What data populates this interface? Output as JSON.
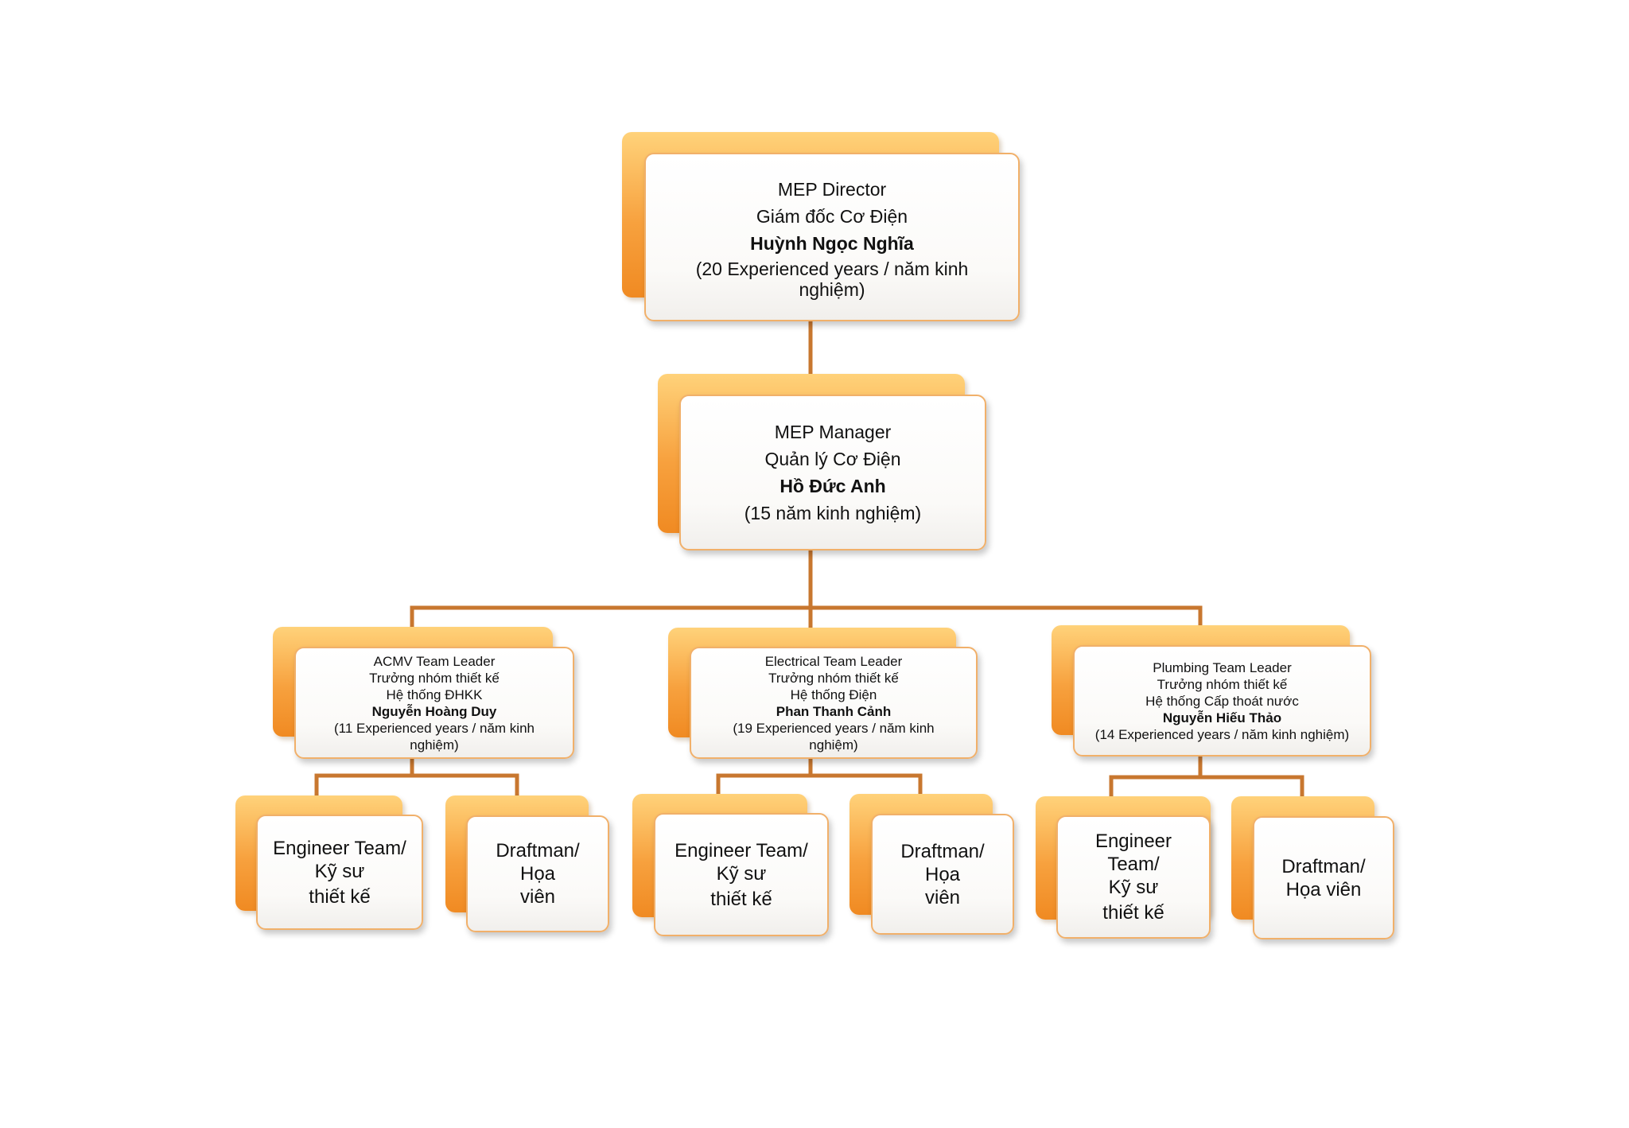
{
  "colors": {
    "connector": "#c8772f",
    "back_gradient_top": "#ffd27a",
    "back_gradient_bottom": "#f08a22",
    "card_border": "#f1b06a",
    "card_fill": "#ffffff"
  },
  "director": {
    "title": "MEP Director",
    "title_vi": "Giám đốc Cơ Điện",
    "name": "Huỳnh Ngọc Nghĩa",
    "experience_line1": "(20 Experienced years / năm kinh",
    "experience_line2": "nghiệm)"
  },
  "manager": {
    "title": "MEP Manager",
    "title_vi": "Quản lý Cơ Điện",
    "name": "Hồ Đức Anh",
    "experience": "(15 năm kinh nghiệm)"
  },
  "leaders": {
    "acmv": {
      "title": "ACMV Team Leader",
      "role_vi": "Trưởng nhóm thiết kế",
      "system_vi": "Hệ thống ĐHKK",
      "name": "Nguyễn Hoàng Duy",
      "experience_line1": "(11 Experienced years / năm kinh",
      "experience_line2": "nghiệm)"
    },
    "electrical": {
      "title": "Electrical Team Leader",
      "role_vi": "Trưởng nhóm thiết kế",
      "system_vi": "Hệ thống Điện",
      "name": "Phan Thanh Cảnh",
      "experience_line1": "(19 Experienced years / năm kinh",
      "experience_line2": "nghiệm)"
    },
    "plumbing": {
      "title": "Plumbing Team Leader",
      "role_vi": "Trưởng nhóm thiết kế",
      "system_vi": "Hệ thống Cấp thoát nước",
      "name": "Nguyễn Hiếu Thảo",
      "experience": "(14 Experienced years / năm kinh nghiệm)"
    }
  },
  "teams": {
    "engineer_line1": "Engineer Team/",
    "engineer_line2": "Kỹ sư",
    "engineer_line3": "thiết kế",
    "draftman_acmv_line1": "Draftman/ Họa",
    "draftman_acmv_line2": "viên",
    "draftman_elec_line1": "Draftman/ Họa",
    "draftman_elec_line2": "viên",
    "draftman_plumb_line1": "Draftman/",
    "draftman_plumb_line2": "Họa viên"
  }
}
